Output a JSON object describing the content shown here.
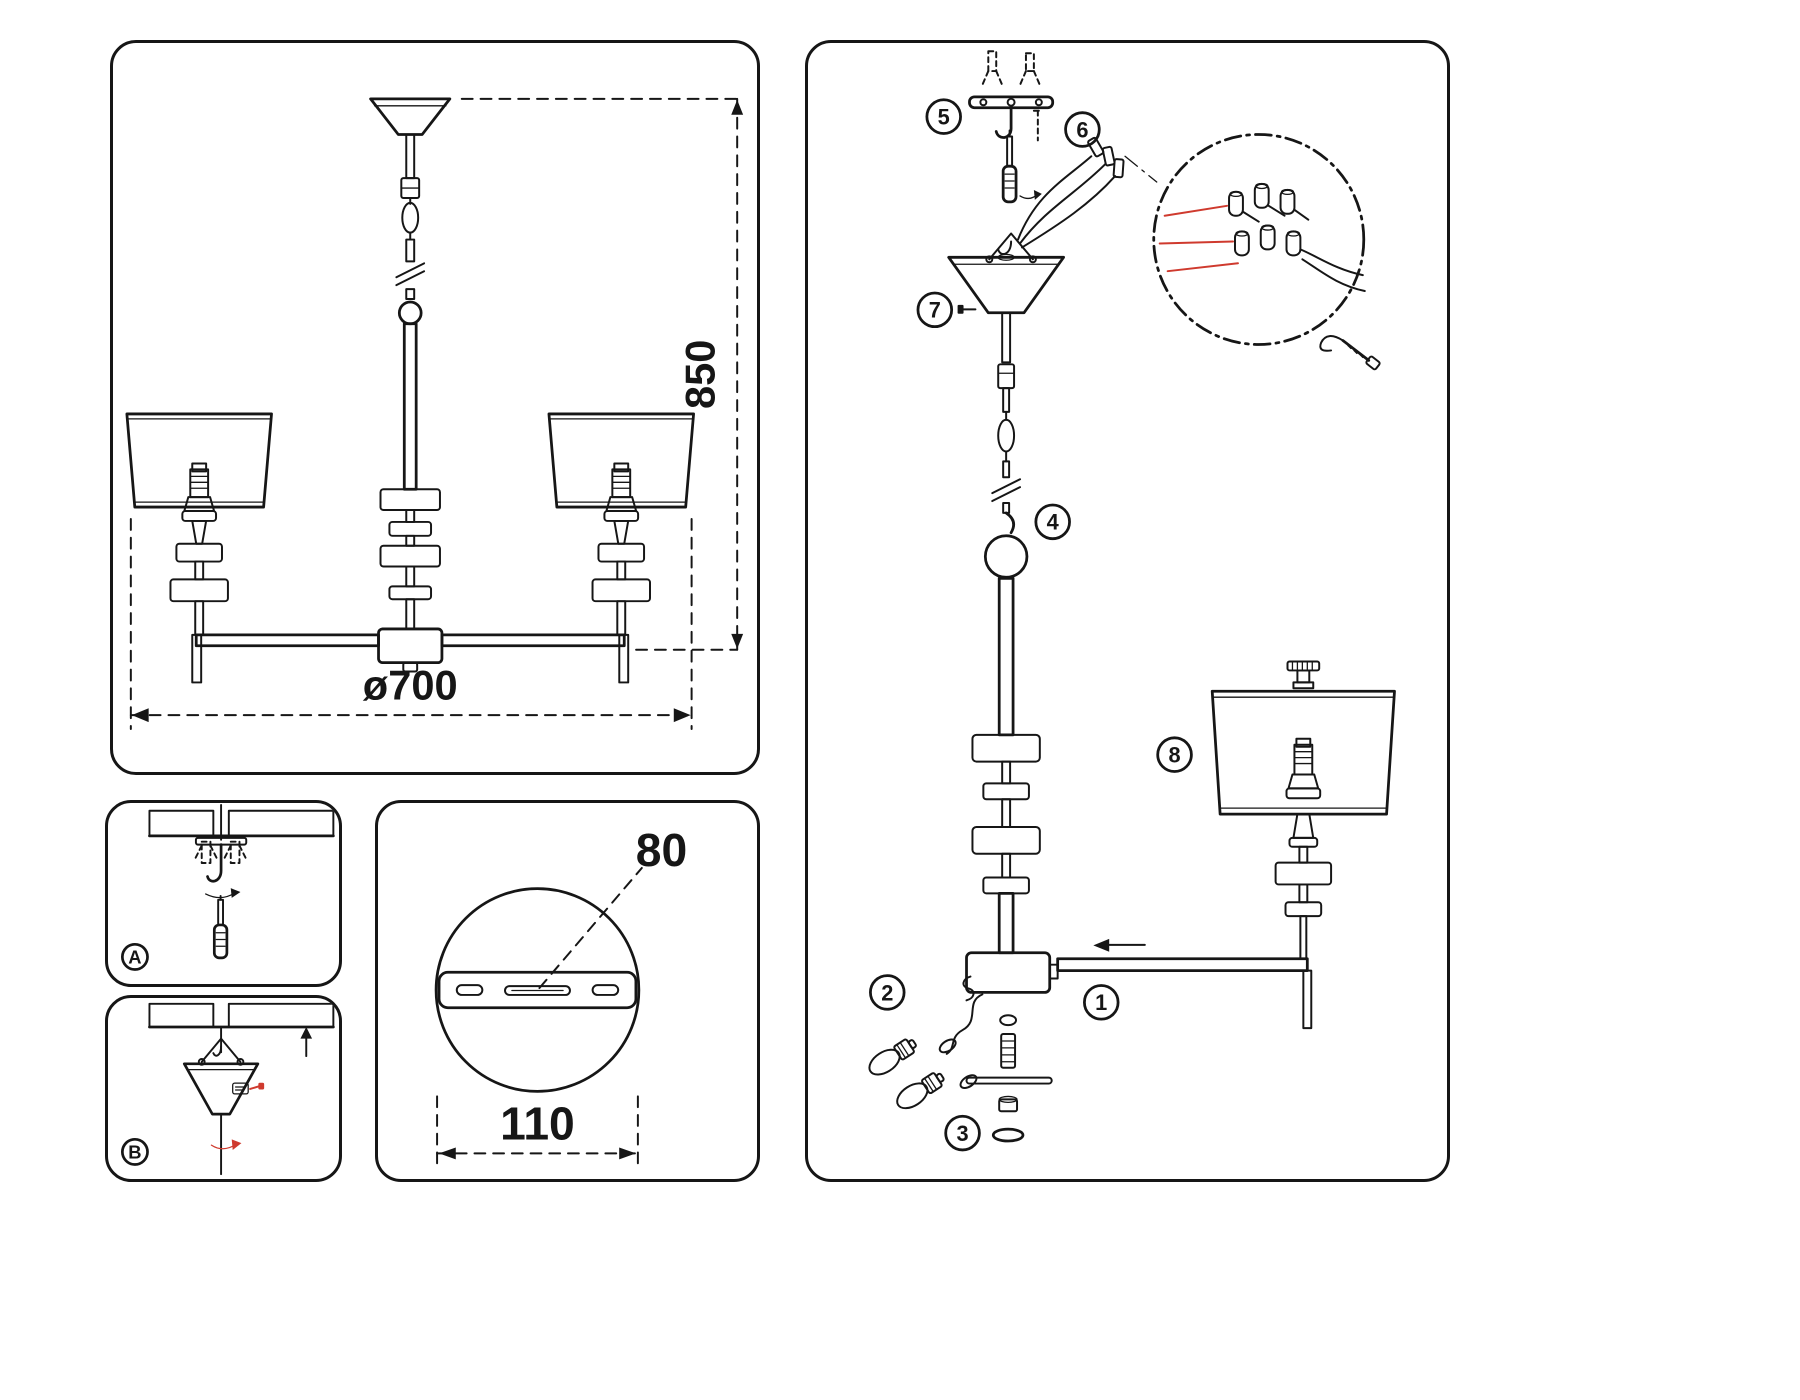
{
  "colors": {
    "line": "#161616",
    "accent_red": "#cf3a2e",
    "background": "#ffffff"
  },
  "overview": {
    "height_mm": "850",
    "diameter_mm": "ø700"
  },
  "mount_steps": {
    "a": "A",
    "b": "B"
  },
  "plate": {
    "slot_dim": "80",
    "plate_dim": "110"
  },
  "assembly": {
    "steps": [
      "1",
      "2",
      "3",
      "4",
      "5",
      "6",
      "7",
      "8"
    ]
  }
}
